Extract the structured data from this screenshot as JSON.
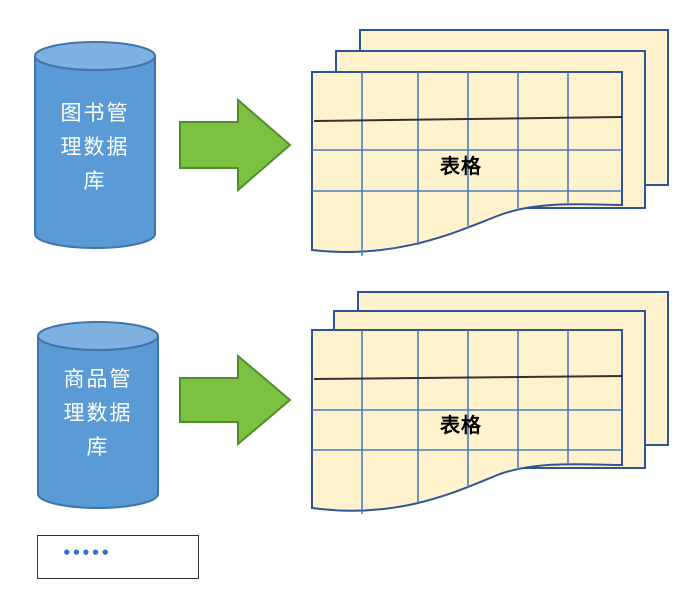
{
  "groups": [
    {
      "database": {
        "lines": [
          "图书管",
          "理数据",
          "库"
        ]
      },
      "table_label": "表格"
    },
    {
      "database": {
        "lines": [
          "商品管",
          "理数据",
          "库"
        ]
      },
      "table_label": "表格"
    }
  ],
  "more": {
    "text": "•••••"
  },
  "colors": {
    "cylinder_fill": "#5b9bd5",
    "cylinder_stroke": "#3f74ad",
    "arrow_fill": "#7cc142",
    "arrow_stroke": "#4f8f2a",
    "sheet_fill": "#fff2cc",
    "sheet_stroke": "#2f5597",
    "grid_line": "#4a7ebb",
    "header_line": "#333333"
  }
}
